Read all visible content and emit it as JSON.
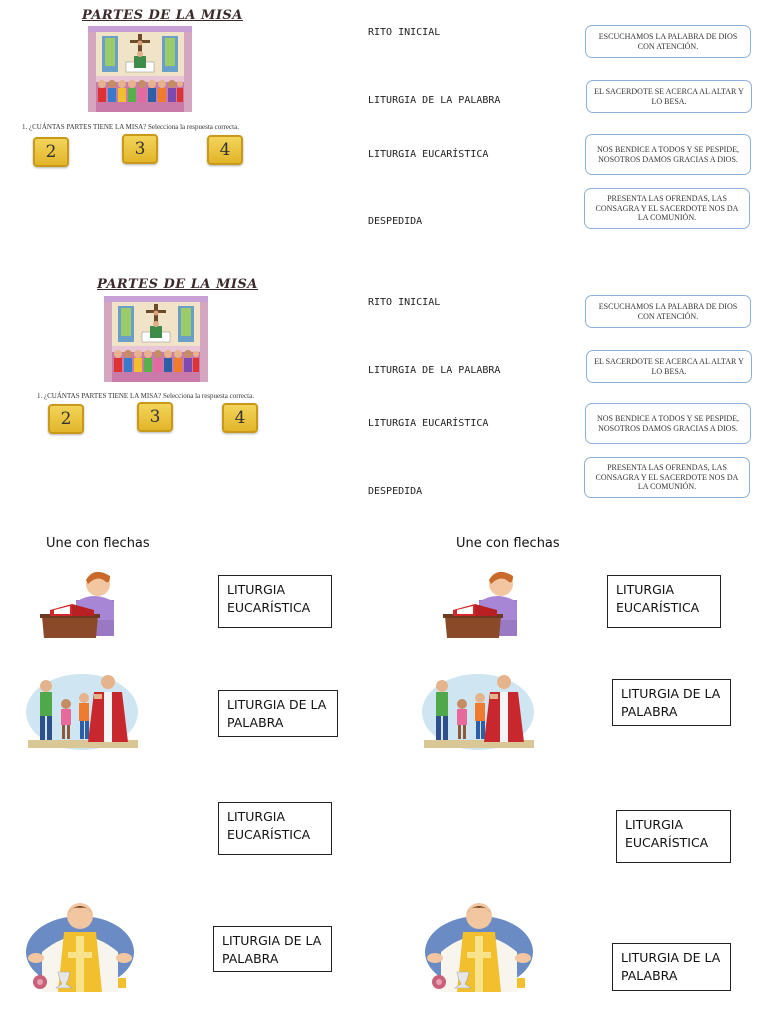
{
  "worksheet": {
    "title": "PARTES DE LA MISA",
    "question": "1.  ¿CUÁNTAS PARTES TIENE LA MISA? Selecciona la respuesta correcta.",
    "options": [
      "2",
      "3",
      "4"
    ],
    "parts": [
      "RITO INICIAL",
      "LITURGIA DE LA PALABRA",
      "LITURGIA EUCARÍSTICA",
      "DESPEDIDA"
    ],
    "descriptions": [
      "ESCUCHAMOS LA PALABRA DE DIOS CON ATENCIÓN.",
      "EL SACERDOTE SE ACERCA AL ALTAR Y LO BESA.",
      "NOS BENDICE A TODOS Y SE PESPIDE, NOSOTROS DAMOS GRACIAS A DIOS.",
      "PRESENTA LAS OFRENDAS, LAS CONSAGRA Y EL SACERDOTE NOS DA LA COMUNIÓN."
    ]
  },
  "matching": {
    "heading": "Une con flechas",
    "boxes": [
      "LITURGIA EUCARÍSTICA",
      "LITURGIA DE LA PALABRA",
      "LITURGIA EUCARÍSTICA",
      "LITURGIA DE LA PALABRA"
    ]
  },
  "colors": {
    "button_gold": "#e2b52a",
    "desc_border": "#8fb0d6",
    "priest_red": "#c8282d"
  }
}
